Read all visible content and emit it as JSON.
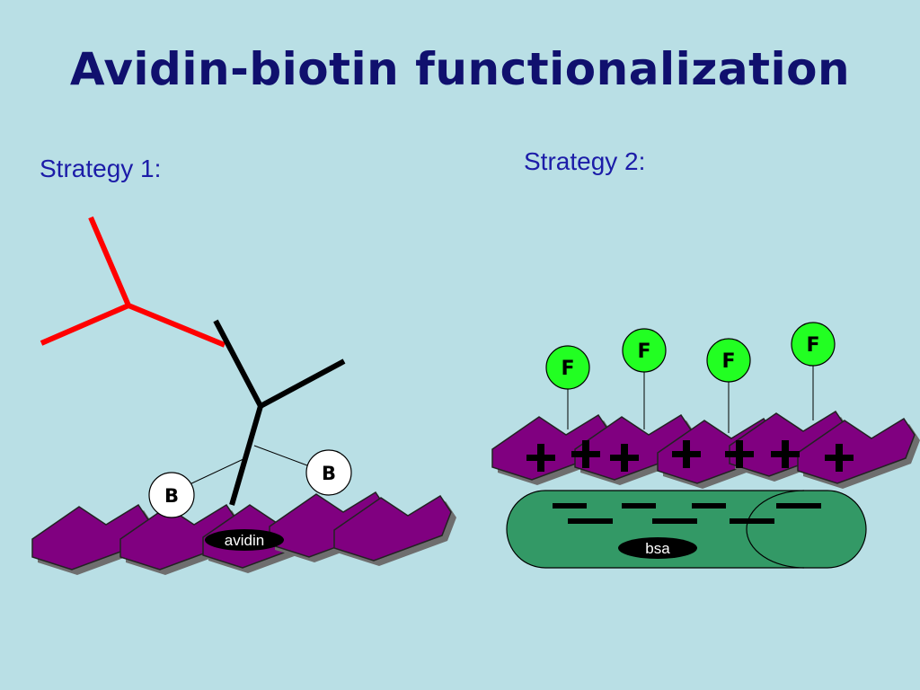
{
  "slide": {
    "title": "Avidin-biotin functionalization",
    "strategy1_label": "Strategy 1:",
    "strategy2_label": "Strategy 2:"
  },
  "strategy1": {
    "biotin_label": "B",
    "avidin_label": "avidin"
  },
  "strategy2": {
    "fluorophore_label": "F",
    "positive_sign": "+",
    "negative_sign": "—",
    "bsa_label": "bsa"
  },
  "colors": {
    "background": "#b9dfe5",
    "title": "#10106e",
    "strategy_text": "#1c1ca8",
    "antibody_red": "#ff0000",
    "antibody_black": "#000000",
    "avidin_purple": "#800080",
    "fluorophore_green": "#22ff22",
    "bsa_green": "#339966"
  }
}
